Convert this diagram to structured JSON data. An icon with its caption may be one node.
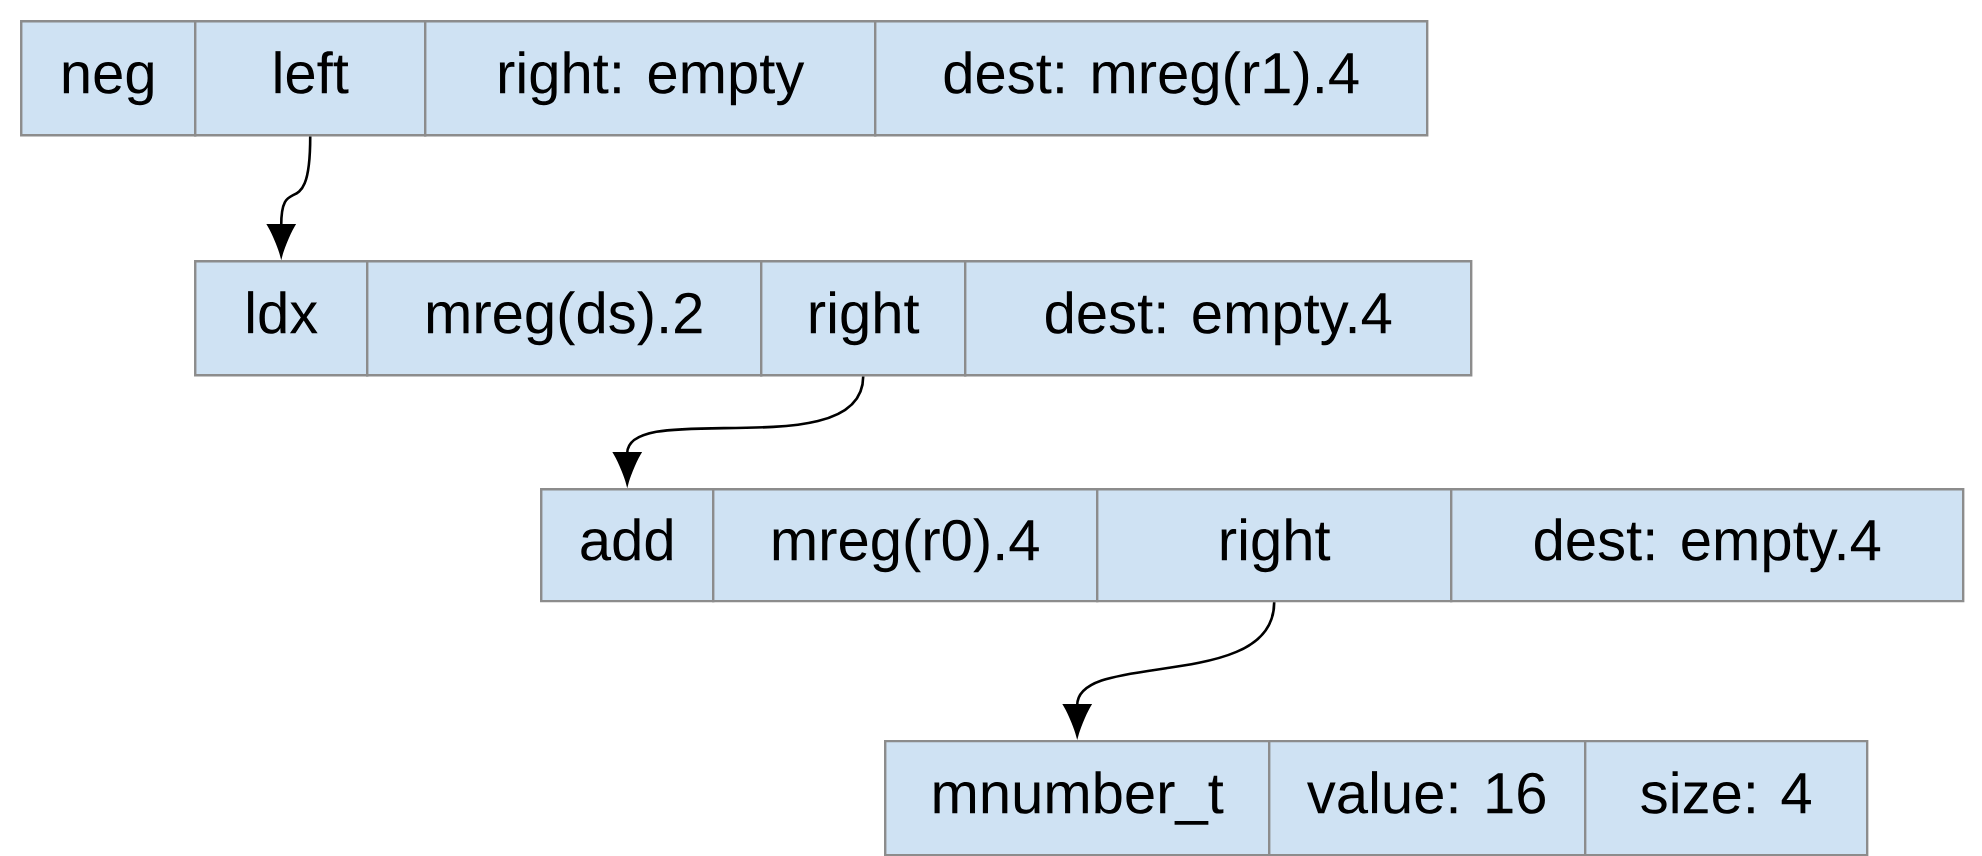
{
  "diagram": {
    "nodes": [
      {
        "text": [
          "neg"
        ]
      },
      {
        "text": [
          "left"
        ]
      },
      {
        "text": [
          "right: empty"
        ]
      },
      {
        "text": [
          "dest: mreg(r1).4"
        ]
      },
      {
        "text": [
          "ldx"
        ]
      },
      {
        "text": [
          "mreg(ds).2"
        ]
      },
      {
        "text": [
          "right"
        ]
      },
      {
        "text": [
          "dest: empty.4"
        ]
      },
      {
        "text": [
          "add"
        ]
      },
      {
        "text": [
          "mreg(r0).4"
        ]
      },
      {
        "text": [
          "right"
        ]
      },
      {
        "text": [
          "dest: empty.4"
        ]
      },
      {
        "text": [
          "mnumber_t"
        ]
      },
      {
        "text": [
          "value: 16"
        ]
      },
      {
        "text": [
          "size: 4"
        ]
      }
    ],
    "edges": [
      {
        "from": 1,
        "to": 4,
        "arrow": "to"
      },
      {
        "from": 6,
        "to": 8,
        "arrow": "to"
      },
      {
        "from": 10,
        "to": 12,
        "arrow": "to"
      }
    ]
  }
}
